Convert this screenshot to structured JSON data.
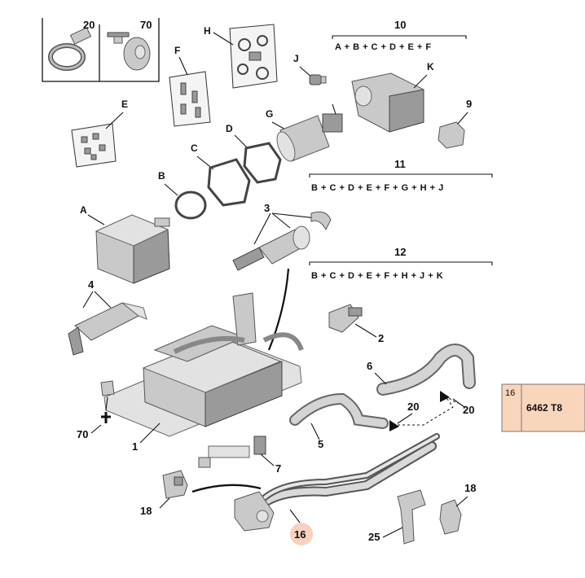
{
  "callouts": {
    "n20": "20",
    "n70top": "70",
    "n10": "10",
    "n9": "9",
    "n11": "11",
    "n3": "3",
    "n12": "12",
    "n4": "4",
    "n2": "2",
    "n6": "6",
    "n20b": "20",
    "n20c": "20",
    "n70": "70",
    "n1": "1",
    "n5": "5",
    "n7": "7",
    "n18a": "18",
    "n18b": "18",
    "n16": "16",
    "n25": "25"
  },
  "letters": {
    "H": "H",
    "F": "F",
    "J": "J",
    "K": "K",
    "E": "E",
    "G": "G",
    "D": "D",
    "C": "C",
    "B": "B",
    "A": "A"
  },
  "formulas": {
    "f10": "A + B + C + D + E + F",
    "f11": "B + C + D + E + F + G + H + J",
    "f12": "B + C + D + E + F + H + J + K"
  },
  "reference_box": {
    "index": "16",
    "code": "6462 T8",
    "background": "#f9d5bc"
  },
  "highlight_color": "#f7c9b4"
}
